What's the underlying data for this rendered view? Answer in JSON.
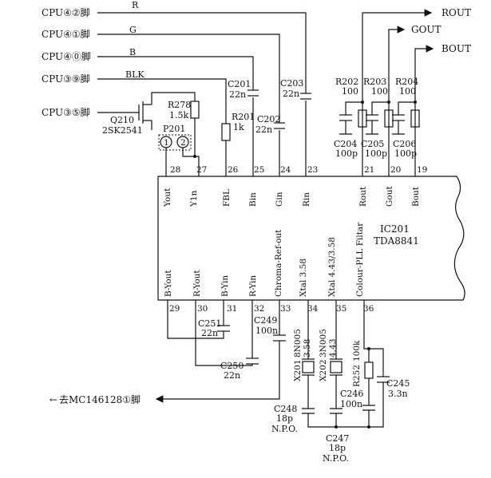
{
  "diagram": {
    "ic": {
      "ref": "IC201",
      "part": "TDA8841"
    },
    "cpu_inputs": [
      {
        "label": "CPU④②脚",
        "signal": "R"
      },
      {
        "label": "CPU④①脚",
        "signal": "G"
      },
      {
        "label": "CPU④⓪脚",
        "signal": "B"
      },
      {
        "label": "CPU③⑨脚",
        "signal": "BLK"
      },
      {
        "label": "CPU③⑤脚",
        "signal": ""
      }
    ],
    "outputs": [
      "ROUT",
      "GOUT",
      "BOUT"
    ],
    "top_pins": [
      {
        "num": "28",
        "name": "Yout"
      },
      {
        "num": "27",
        "name": "Y1n"
      },
      {
        "num": "26",
        "name": "FBL"
      },
      {
        "num": "25",
        "name": "Bin"
      },
      {
        "num": "24",
        "name": "Gin"
      },
      {
        "num": "23",
        "name": "Rin"
      },
      {
        "num": "21",
        "name": "Rout"
      },
      {
        "num": "20",
        "name": "Gout"
      },
      {
        "num": "19",
        "name": "Bout"
      }
    ],
    "bottom_pins": [
      {
        "num": "29",
        "name": "B-Yout"
      },
      {
        "num": "30",
        "name": "R-Yout"
      },
      {
        "num": "31",
        "name": "B-Yin"
      },
      {
        "num": "32",
        "name": "R-Yin"
      },
      {
        "num": "33",
        "name": "Chroma-Ref-out"
      },
      {
        "num": "34",
        "name": "Xtal 3.58"
      },
      {
        "num": "35",
        "name": "Xtal 4.43/3.58"
      },
      {
        "num": "36",
        "name": "Colour-PLL Filtar"
      }
    ],
    "components": {
      "q210": "Q210",
      "q210_part": "2SK2541",
      "r278": "R278",
      "r278_val": "1.5k",
      "p201": "P201",
      "p201_pin1": "1",
      "p201_pin2": "2",
      "r201": "R201",
      "r201_val": "1k",
      "c201": "C201",
      "c201_val": "22n",
      "c202": "C202",
      "c202_val": "22n",
      "c203": "C203",
      "c203_val": "22n",
      "r202": "R202",
      "r202_val": "100",
      "r203": "R203",
      "r203_val": "100",
      "r204": "R204",
      "r204_val": "100",
      "c204": "C204",
      "c204_val": "100p",
      "c205": "C205",
      "c205_val": "100p",
      "c206": "C206",
      "c206_val": "100p",
      "c251": "C251",
      "c251_val": "22n",
      "c250": "C250",
      "c250_val": "22n",
      "c249": "C249",
      "c249_val": "100n",
      "x201": "X201",
      "x201_part": "8N005",
      "x201_freq": "3.58",
      "x202": "X202",
      "x202_part": "3N005",
      "x202_freq": "4.43",
      "r252": "R252",
      "r252_val": "100k",
      "c245": "C245",
      "c245_val": "3.3n",
      "c246": "C246",
      "c246_val": "100n",
      "c248": "C248",
      "c248_val": "18p",
      "c248_type": "N.P.O.",
      "c247": "C247",
      "c247_val": "18p",
      "c247_type": "N.P.O."
    },
    "dest_label": "去MC146128①脚",
    "dest_arrow": "←"
  }
}
